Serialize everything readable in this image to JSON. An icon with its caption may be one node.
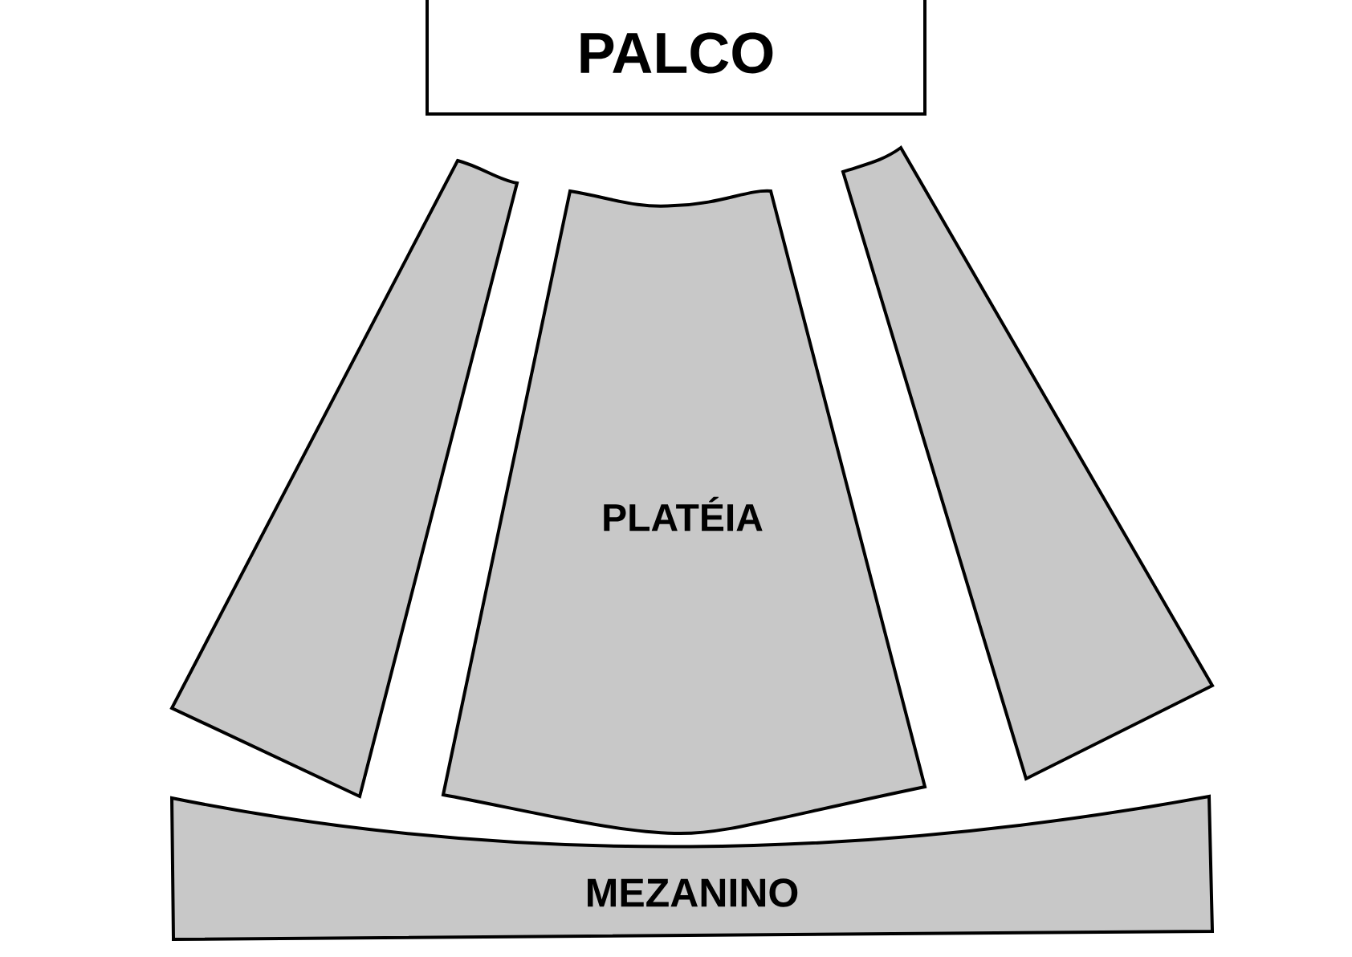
{
  "diagram": {
    "nodes": [
      {
        "text": [
          "PALCO"
        ]
      },
      {
        "text": [],
        "shape": "box"
      },
      {
        "text": [
          "PLATÉIA"
        ]
      },
      {
        "text": [],
        "shape": "box"
      },
      {
        "text": [
          "MEZANINO"
        ]
      }
    ]
  }
}
